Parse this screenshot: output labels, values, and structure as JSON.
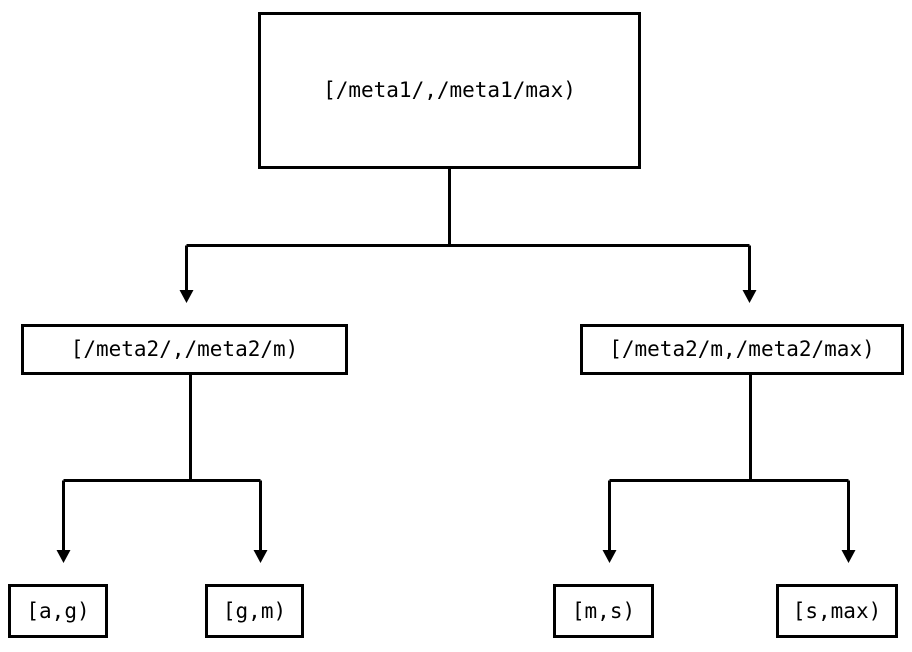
{
  "diagram": {
    "type": "interval-partition-tree",
    "background_color": "#ffffff",
    "stroke_color": "#000000",
    "nodes": {
      "root": {
        "label": "[/meta1/,/meta1/max)",
        "level": 0
      },
      "meta2_low": {
        "label": "[/meta2/,/meta2/m)",
        "level": 1
      },
      "meta2_high": {
        "label": "[/meta2/m,/meta2/max)",
        "level": 1
      },
      "leaf_ag": {
        "label": "[a,g)",
        "level": 2
      },
      "leaf_gm": {
        "label": "[g,m)",
        "level": 2
      },
      "leaf_ms": {
        "label": "[m,s)",
        "level": 2
      },
      "leaf_smax": {
        "label": "[s,max)",
        "level": 2
      }
    },
    "edges": [
      {
        "from": "root",
        "to": "meta2_low",
        "arrow": "down-triangle"
      },
      {
        "from": "root",
        "to": "meta2_high",
        "arrow": "down-triangle"
      },
      {
        "from": "meta2_low",
        "to": "leaf_ag",
        "arrow": "down-triangle"
      },
      {
        "from": "meta2_low",
        "to": "leaf_gm",
        "arrow": "down-triangle"
      },
      {
        "from": "meta2_high",
        "to": "leaf_ms",
        "arrow": "down-triangle"
      },
      {
        "from": "meta2_high",
        "to": "leaf_smax",
        "arrow": "down-triangle"
      }
    ]
  }
}
